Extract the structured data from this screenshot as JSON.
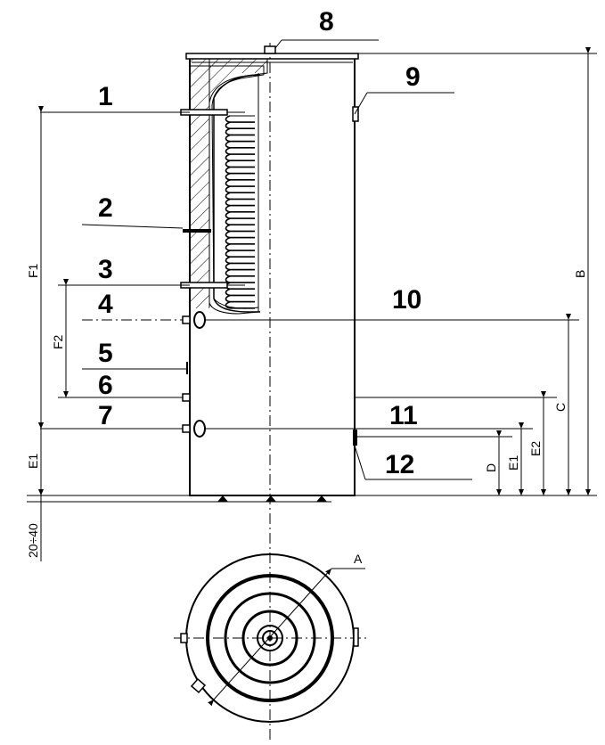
{
  "callouts": {
    "c1": "1",
    "c2": "2",
    "c3": "3",
    "c4": "4",
    "c5": "5",
    "c6": "6",
    "c7": "7",
    "c8": "8",
    "c9": "9",
    "c10": "10",
    "c11": "11",
    "c12": "12"
  },
  "dimensions": {
    "A": "A",
    "B": "B",
    "C": "C",
    "D": "D",
    "E1": "E1",
    "E1_right": "E1",
    "E2": "E2",
    "F1": "F1",
    "F2": "F2",
    "feet": "20÷40"
  }
}
